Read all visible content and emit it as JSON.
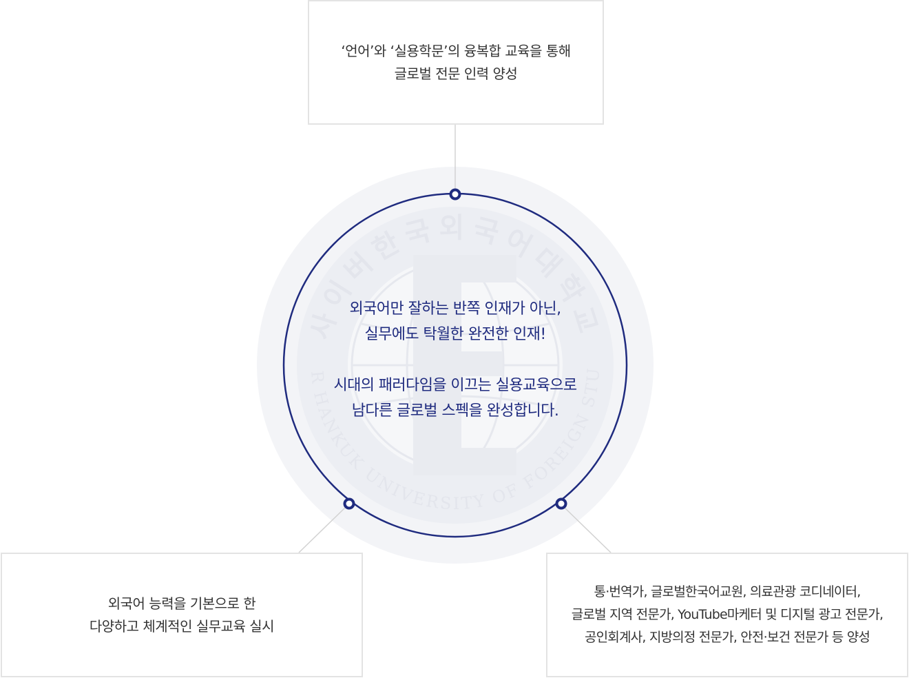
{
  "center": {
    "lines": [
      "외국어만 잘하는 반쪽 인재가 아닌,",
      "실무에도 탁월한 완전한 인재!",
      "시대의 패러다임을 이끄는 실용교육으로",
      "남다른 글로벌 스펙을 완성합니다."
    ]
  },
  "top_box": {
    "lines": [
      "‘언어’와 ‘실용학문’의 융복합 교육을 통해",
      "글로벌 전문 인력 양성"
    ]
  },
  "left_box": {
    "lines": [
      "외국어 능력을 기본으로 한",
      "다양하고 체계적인 실무교육 실시"
    ]
  },
  "right_box": {
    "lines": [
      "통·번역가, 글로벌한국어교원, 의료관광 코디네이터,",
      "글로벌 지역 전문가, YouTube마케터 및 디지털 광고 전문가,",
      "공인회계사, 지방의정 전문가, 안전·보건 전문가 등 양성"
    ]
  },
  "seal": {
    "korean_text": "사이버한국외국어대학교",
    "english_text": "CYBER HANKUK UNIVERSITY OF FOREIGN STUDIES"
  },
  "colors": {
    "accent": "#1f2b7f",
    "box_border": "#e3e3e3",
    "connector": "#d2d2d2",
    "seal_ring": "#eef0f4",
    "text": "#333333"
  }
}
